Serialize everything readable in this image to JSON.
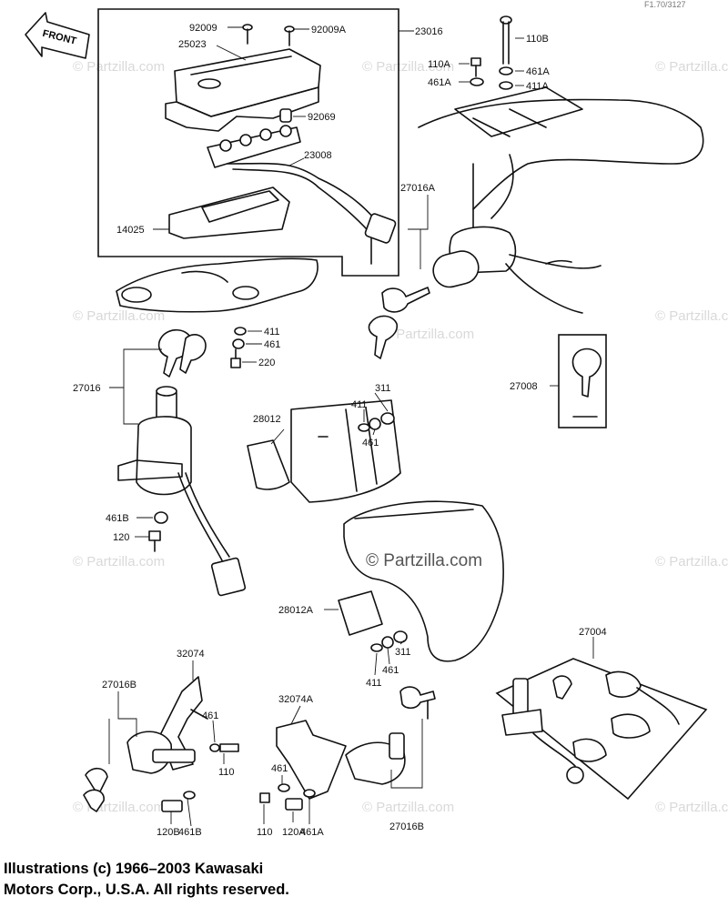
{
  "front_arrow": {
    "label": "FRONT"
  },
  "corner_code": "F1.70/3127",
  "watermarks": {
    "small": "© Partzilla.com",
    "large": "© Partzilla.com"
  },
  "parts": {
    "p92009": "92009",
    "p92009A": "92009A",
    "p23016": "23016",
    "p25023": "25023",
    "p92069": "92069",
    "p23008": "23008",
    "p14025": "14025",
    "p110B": "110B",
    "p110A": "110A",
    "p461A_top": "461A",
    "p461A_left": "461A",
    "p411A": "411A",
    "p27016A": "27016A",
    "p411_mid": "411",
    "p461_mid": "461",
    "p220": "220",
    "p27016": "27016",
    "p27008": "27008",
    "p311_top": "311",
    "p411_top": "411",
    "p461_top": "461",
    "p28012": "28012",
    "p461B": "461B",
    "p120": "120",
    "p28012A": "28012A",
    "p311_bot": "311",
    "p461_bot": "461",
    "p411_bot": "411",
    "p27004": "27004",
    "p32074": "32074",
    "p27016B_left": "27016B",
    "p461_left": "461",
    "p110_left": "110",
    "p120B": "120B",
    "p461B_bot": "461B",
    "p32074A": "32074A",
    "p461_right": "461",
    "p110_bot": "110",
    "p120A": "120A",
    "p461A_bot": "461A",
    "p27016B_right": "27016B"
  },
  "caption": {
    "line1": "Illustrations (c) 1966–2003 Kawasaki",
    "line2": "Motors Corp., U.S.A.  All rights reserved."
  }
}
